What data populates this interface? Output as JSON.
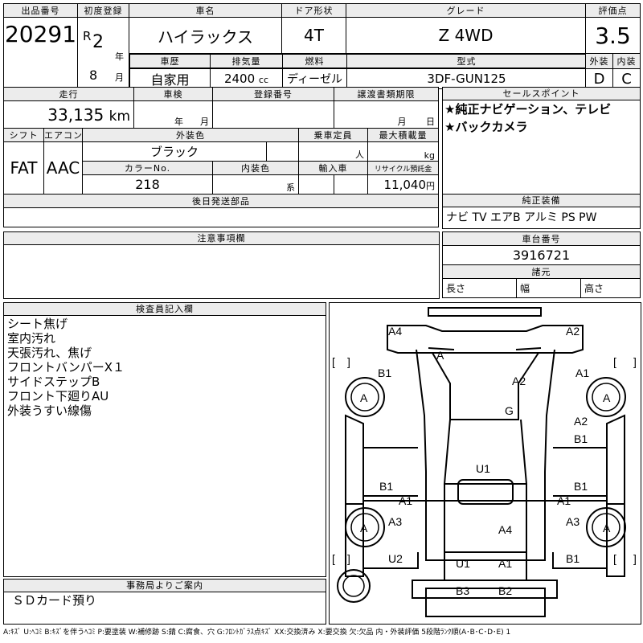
{
  "header": {
    "lot_no_label": "出品番号",
    "lot_no": "20291",
    "first_reg_label": "初度登録",
    "era": "R",
    "year": "2",
    "year_unit": "年",
    "month": "8",
    "month_unit": "月",
    "car_name_label": "車名",
    "car_name": "ハイラックス",
    "door_label": "ドア形状",
    "door": "4T",
    "grade_label": "グレード",
    "grade": "Z 4WD",
    "score_label": "評価点",
    "score": "3.5",
    "history_label": "車歴",
    "history": "自家用",
    "displacement_label": "排気量",
    "displacement": "2400",
    "displacement_unit": "cc",
    "fuel_label": "燃料",
    "fuel": "ディーゼル",
    "model_label": "型式",
    "model": "3DF-GUN125",
    "ext_label": "外装",
    "ext": "D",
    "int_label": "内装",
    "int": "C"
  },
  "details": {
    "mileage_label": "走行",
    "mileage": "33,135",
    "mileage_unit": "km",
    "inspection_label": "車検",
    "insp_year_unit": "年",
    "insp_month_unit": "月",
    "reg_no_label": "登録番号",
    "transfer_label": "譲渡書類期限",
    "transfer_month_unit": "月",
    "transfer_day_unit": "日",
    "shift_label": "シフト",
    "shift": "FAT",
    "ac_label": "エアコン",
    "ac": "AAC",
    "color_label": "外装色",
    "color": "ブラック",
    "capacity_label": "乗車定員",
    "capacity_unit": "人",
    "load_label": "最大積載量",
    "load_unit": "kg",
    "color_no_label": "カラーNo.",
    "color_no": "218",
    "interior_color_label": "内装色",
    "interior_suffix": "系",
    "import_label": "輸入車",
    "recycle_label": "リサイクル預託金",
    "recycle": "11,040",
    "recycle_unit": "円"
  },
  "sales": {
    "label": "セールスポイント",
    "points": [
      "★純正ナビゲーション、テレビ",
      "★バックカメラ"
    ]
  },
  "equipment": {
    "label": "純正装備",
    "value": "ナビ TV エアB アルミ PS PW"
  },
  "chassis": {
    "label": "車台番号",
    "value": "3916721",
    "dims_label": "諸元",
    "length": "長さ",
    "width": "幅",
    "height": "高さ"
  },
  "later_parts": {
    "label": "後日発送部品"
  },
  "notes": {
    "label": "注意事項欄"
  },
  "inspector": {
    "label": "検査員記入欄",
    "lines": [
      "シート焦げ",
      "室内汚れ",
      "天張汚れ、焦げ",
      "フロントバンパーX１",
      "サイドステップB",
      "フロント下廻りAU",
      "外装うすい線傷"
    ]
  },
  "office": {
    "label": "事務局よりご案内",
    "text": "ＳＤカード預り"
  },
  "diagram": {
    "marks": {
      "a4_top": "A4",
      "a2_top": "A2",
      "a_front": "A",
      "b1_fl": "B1",
      "a1_fr": "A1",
      "a2_hood": "A2",
      "a_wfl": "A",
      "a_wfr": "A",
      "g": "G",
      "a2_r": "A2",
      "b1_r1": "B1",
      "u1": "U1",
      "b1_l2": "B1",
      "b1_r2": "B1",
      "a1_l": "A1",
      "a1_r": "A1",
      "a3_l": "A3",
      "a3_r": "A3",
      "a4": "A4",
      "a_wrl": "A",
      "a_wrr": "A",
      "u2": "U2",
      "u1_rear": "U1",
      "a1_rear": "A1",
      "b1_rr": "B1",
      "b3": "B3",
      "b2": "B2"
    }
  },
  "legend": "A:ｷｽﾞ U:ﾍｺﾐ B:ｷｽﾞを伴うﾍｺﾐ P:要塗装 W:補修跡 S:錆 C:腐食、穴 G:ﾌﾛﾝﾄｶﾞﾗｽ点ｷｽﾞ XX:交換済み X:要交換 欠:欠品 内・外装評価 5段階ﾗﾝｸ順(A･B･C･D･E) 1"
}
